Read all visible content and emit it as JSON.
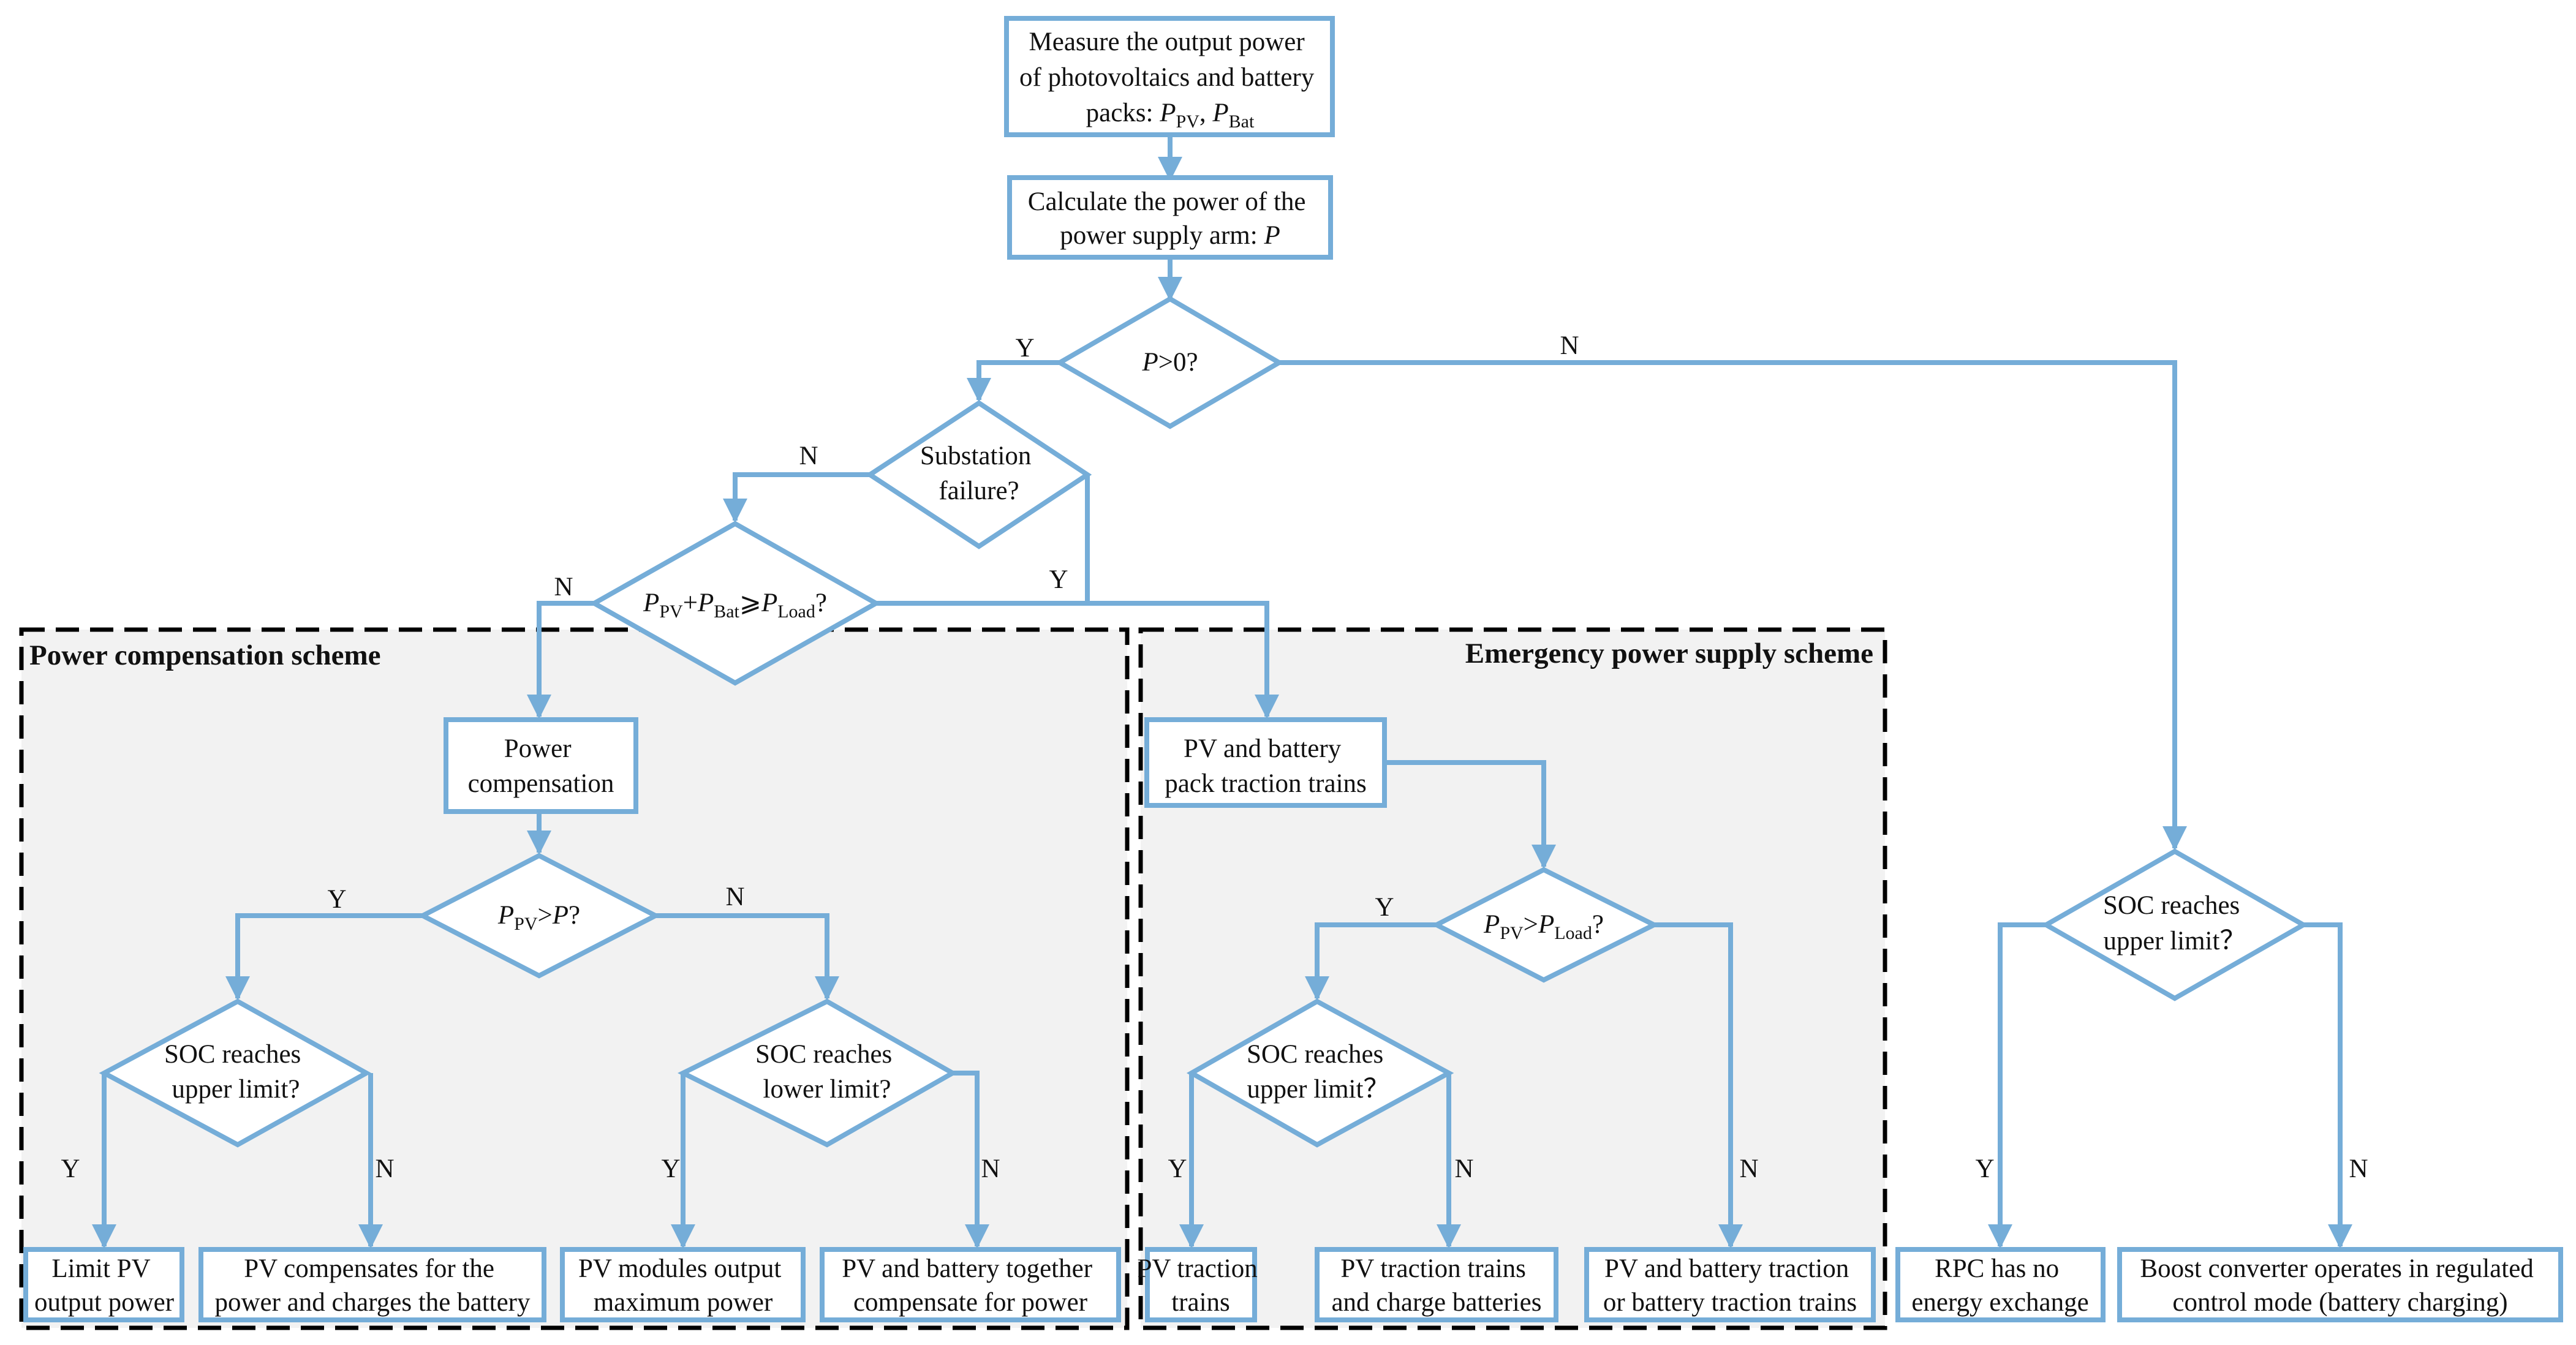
{
  "colors": {
    "stroke": "#75ADD8",
    "region_fill": "#F2F2F2",
    "region_border": "#000000",
    "box_fill": "#FFFFFF",
    "text": "#111111"
  },
  "regions": {
    "power_compensation": "Power compensation scheme",
    "emergency_supply": "Emergency power supply scheme"
  },
  "nodes": {
    "measure": {
      "lines": [
        "Measure the output power",
        "of photovoltaics and battery"
      ],
      "formula_prefix": "packs: ",
      "formula_P": "P",
      "pv_sub": "PV",
      "sep": ", ",
      "bat_sub": "Bat"
    },
    "calculate": {
      "line1": "Calculate the power of the",
      "line2_prefix": "power supply arm: ",
      "line2_var": "P"
    },
    "p_positive": {
      "var": "P",
      "rest": ">0?"
    },
    "substation": {
      "lines": [
        "Substation",
        "failure?"
      ]
    },
    "pv_bat_load": {
      "P": "P",
      "pv_sub": "PV",
      "plus": "+",
      "bat_sub": "Bat",
      "op": "⩾",
      "load_sub": "Load",
      "q": "?"
    },
    "power_comp": {
      "lines": [
        "Power",
        "compensation"
      ]
    },
    "ppv_gt_p": {
      "P": "P",
      "pv_sub": "PV",
      "op": ">",
      "rhs": "P",
      "q": "?"
    },
    "soc_upper_left": {
      "lines": [
        "SOC reaches",
        "upper limit?"
      ]
    },
    "soc_lower": {
      "lines": [
        "SOC reaches",
        "lower limit?"
      ]
    },
    "limit_pv": {
      "lines": [
        "Limit PV",
        "output power"
      ]
    },
    "pv_comp_charge": {
      "lines": [
        "PV compensates for the",
        "power and charges the battery"
      ]
    },
    "pv_max": {
      "lines": [
        "PV modules output",
        "maximum power"
      ]
    },
    "pv_bat_together": {
      "lines": [
        "PV and battery together",
        "compensate for power"
      ]
    },
    "pv_bat_traction": {
      "lines": [
        "PV and battery",
        "pack traction trains"
      ]
    },
    "ppv_gt_pload": {
      "P": "P",
      "pv_sub": "PV",
      "op": ">",
      "P2": "P",
      "load_sub": "Load",
      "q": "?"
    },
    "soc_upper_mid": {
      "lines": [
        "SOC reaches",
        "upper limit？"
      ]
    },
    "pv_traction": {
      "lines": [
        "PV traction",
        "trains"
      ]
    },
    "pv_traction_charge": {
      "lines": [
        "PV traction trains",
        "and charge batteries"
      ]
    },
    "pv_bat_or_bat": {
      "lines": [
        "PV and battery traction",
        "or battery traction trains"
      ]
    },
    "soc_upper_right": {
      "lines": [
        "SOC reaches",
        "upper limit？"
      ]
    },
    "rpc_none": {
      "lines": [
        "RPC has no",
        "energy exchange"
      ]
    },
    "boost": {
      "lines": [
        "Boost converter operates in regulated",
        "control mode (battery charging)"
      ]
    }
  },
  "edge_labels": {
    "p0_yes": "Y",
    "p0_no": "N",
    "substation_no": "N",
    "substation_yes": "Y",
    "load_no": "N",
    "ppv_p_yes": "Y",
    "ppv_p_no": "N",
    "soc_ul_yes": "Y",
    "soc_ul_no": "N",
    "soc_ll_yes": "Y",
    "soc_ll_no": "N",
    "ppv_load_yes": "Y",
    "soc_um_yes": "Y",
    "soc_um_no": "N",
    "ppv_load_no": "N",
    "soc_ur_yes": "Y",
    "soc_ur_no": "N"
  }
}
